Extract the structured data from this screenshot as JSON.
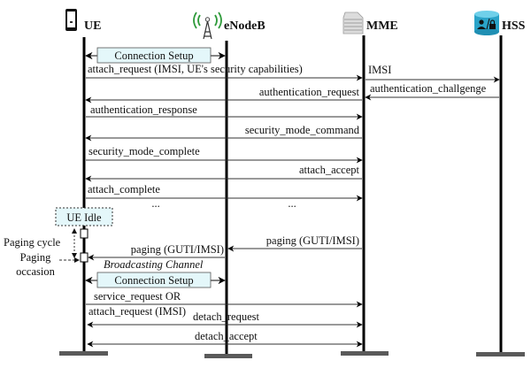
{
  "participants": [
    {
      "id": "ue",
      "label": "UE",
      "icon": "smartphone-icon"
    },
    {
      "id": "enb",
      "label": "eNodeB",
      "icon": "radio-tower-icon"
    },
    {
      "id": "mme",
      "label": "MME",
      "icon": "server-rack-icon"
    },
    {
      "id": "hss",
      "label": "HSS",
      "icon": "database-user-lock-icon"
    }
  ],
  "colors": {
    "lifeline": "#000000",
    "box_fill": "#e4f7fa",
    "box_border": "#4a4a4a",
    "base_bar": "#5a5a5a",
    "tower_waves": "#2e9a3a",
    "hss_db": "#2aa3c8"
  },
  "boxes": {
    "connection_setup_1": "Connection Setup",
    "connection_setup_2": "Connection Setup",
    "ue_idle": "UE Idle"
  },
  "messages": [
    {
      "id": "attach_request",
      "label": "attach_request (IMSI, UE's security capabilities)",
      "from": "ue",
      "to": "mme"
    },
    {
      "id": "imsi",
      "label": "IMSI",
      "from": "mme",
      "to": "hss"
    },
    {
      "id": "authentication_request",
      "label": "authentication_request",
      "from": "mme",
      "to": "ue"
    },
    {
      "id": "authentication_challenge",
      "label": "authentication_challgenge",
      "from": "hss",
      "to": "mme"
    },
    {
      "id": "authentication_response",
      "label": "authentication_response",
      "from": "ue",
      "to": "mme"
    },
    {
      "id": "security_mode_command",
      "label": "security_mode_command",
      "from": "mme",
      "to": "ue"
    },
    {
      "id": "security_mode_complete",
      "label": "security_mode_complete",
      "from": "ue",
      "to": "mme"
    },
    {
      "id": "attach_accept",
      "label": "attach_accept",
      "from": "mme",
      "to": "ue"
    },
    {
      "id": "attach_complete",
      "label": "attach_complete",
      "from": "ue",
      "to": "mme"
    },
    {
      "id": "paging_mme",
      "label": "paging (GUTI/IMSI)",
      "from": "mme",
      "to": "enb"
    },
    {
      "id": "paging_enb",
      "label": "paging (GUTI/IMSI)",
      "from": "enb",
      "to": "ue"
    },
    {
      "id": "service_request",
      "label": "service_request OR",
      "from": "ue",
      "to": "mme"
    },
    {
      "id": "detach_request",
      "label": "detach_request",
      "from": "ue",
      "to": "mme",
      "bidirectional": true
    },
    {
      "id": "detach_accept",
      "label": "detach_accept",
      "from": "ue",
      "to": "mme",
      "bidirectional": true
    }
  ],
  "extra_text": {
    "attach_request_imsi": "attach_request (IMSI)",
    "broadcasting_channel": "Broadcasting Channel",
    "ellipsis_left": "...",
    "ellipsis_right": "...",
    "paging_cycle": "Paging cycle",
    "paging": "Paging",
    "occasion": "occasion"
  }
}
